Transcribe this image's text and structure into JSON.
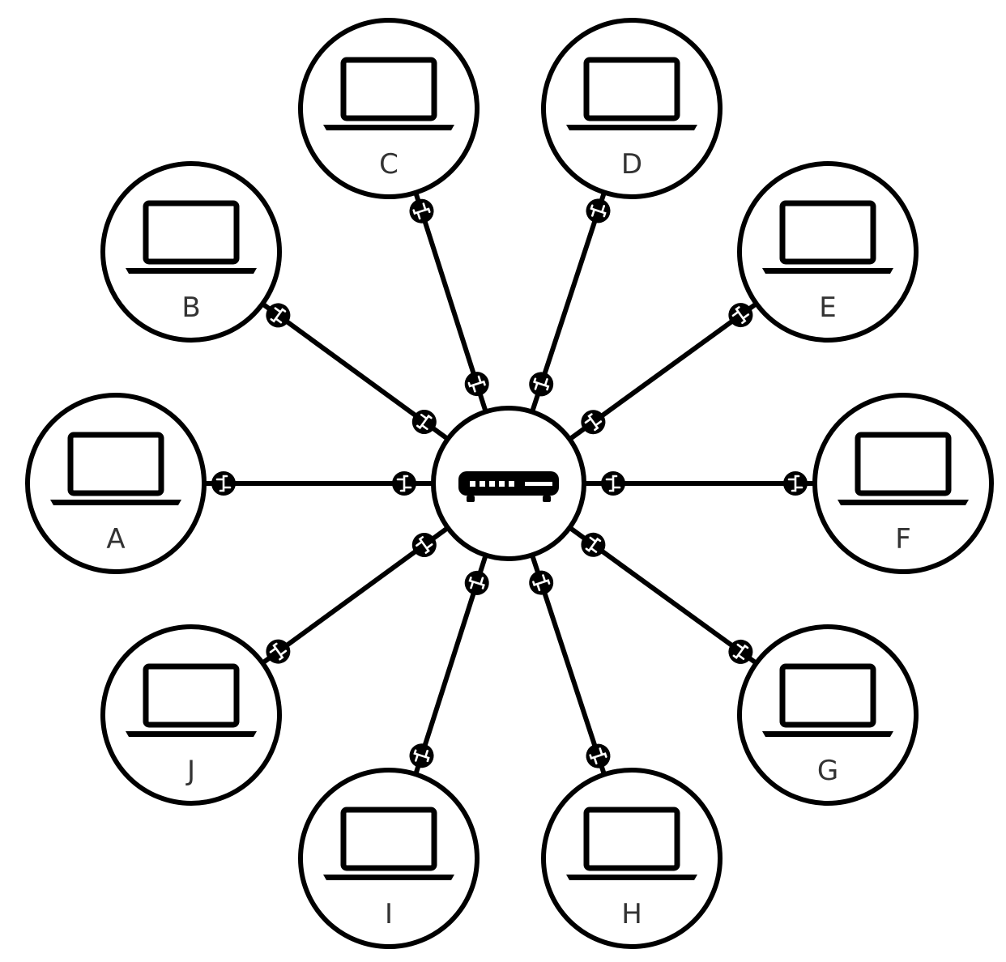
{
  "colors": {
    "stroke": "#000000",
    "background": "#ffffff",
    "label": "#333333"
  },
  "hub": {
    "icon": "network-switch-icon"
  },
  "computers": [
    {
      "id": "a",
      "label": "A",
      "icon": "laptop-icon"
    },
    {
      "id": "b",
      "label": "B",
      "icon": "laptop-icon"
    },
    {
      "id": "c",
      "label": "C",
      "icon": "laptop-icon"
    },
    {
      "id": "d",
      "label": "D",
      "icon": "laptop-icon"
    },
    {
      "id": "e",
      "label": "E",
      "icon": "laptop-icon"
    },
    {
      "id": "f",
      "label": "F",
      "icon": "laptop-icon"
    },
    {
      "id": "g",
      "label": "G",
      "icon": "laptop-icon"
    },
    {
      "id": "h",
      "label": "H",
      "icon": "laptop-icon"
    },
    {
      "id": "i",
      "label": "I",
      "icon": "laptop-icon"
    },
    {
      "id": "j",
      "label": "J",
      "icon": "laptop-icon"
    }
  ],
  "connections": [
    {
      "from": "hub",
      "to": "a",
      "connector_icon": "ethernet-plug-icon"
    },
    {
      "from": "hub",
      "to": "b",
      "connector_icon": "ethernet-plug-icon"
    },
    {
      "from": "hub",
      "to": "c",
      "connector_icon": "ethernet-plug-icon"
    },
    {
      "from": "hub",
      "to": "d",
      "connector_icon": "ethernet-plug-icon"
    },
    {
      "from": "hub",
      "to": "e",
      "connector_icon": "ethernet-plug-icon"
    },
    {
      "from": "hub",
      "to": "f",
      "connector_icon": "ethernet-plug-icon"
    },
    {
      "from": "hub",
      "to": "g",
      "connector_icon": "ethernet-plug-icon"
    },
    {
      "from": "hub",
      "to": "h",
      "connector_icon": "ethernet-plug-icon"
    },
    {
      "from": "hub",
      "to": "i",
      "connector_icon": "ethernet-plug-icon"
    },
    {
      "from": "hub",
      "to": "j",
      "connector_icon": "ethernet-plug-icon"
    }
  ]
}
